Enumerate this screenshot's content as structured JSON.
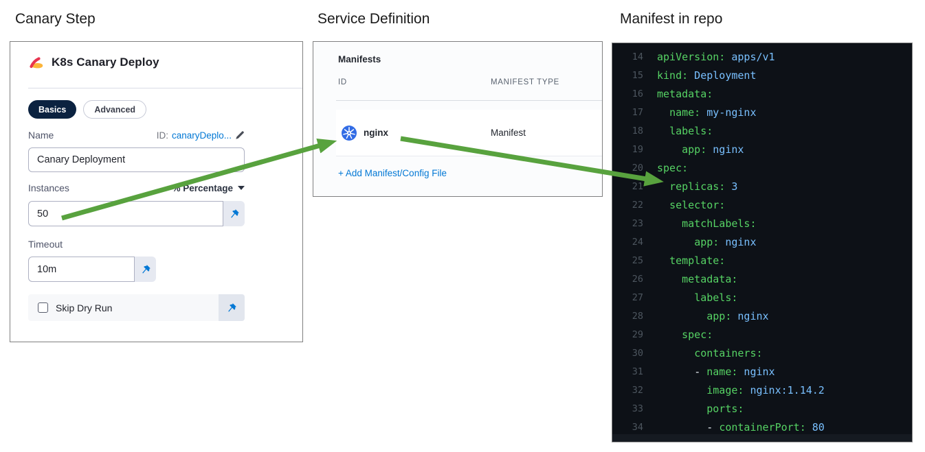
{
  "titles": {
    "canary_step": "Canary Step",
    "service_definition": "Service Definition",
    "manifest_in_repo": "Manifest in repo"
  },
  "canary_step": {
    "card_title": "K8s Canary Deploy",
    "card_icon": "canary-bird-icon",
    "tabs": [
      {
        "label": "Basics",
        "active": true
      },
      {
        "label": "Advanced",
        "active": false
      }
    ],
    "name": {
      "label": "Name",
      "value": "Canary Deployment",
      "id_prefix": "ID:",
      "id_value": "canaryDeplo..."
    },
    "instances": {
      "label": "Instances",
      "unit": "% Percentage",
      "value": "50"
    },
    "timeout": {
      "label": "Timeout",
      "value": "10m"
    },
    "skip_dry_run": {
      "label": "Skip Dry Run",
      "checked": false
    }
  },
  "service_definition": {
    "section_title": "Manifests",
    "columns": [
      "ID",
      "MANIFEST TYPE"
    ],
    "rows": [
      {
        "id": "nginx",
        "type": "Manifest",
        "icon": "kubernetes-icon"
      }
    ],
    "add_link": "+ Add Manifest/Config File"
  },
  "manifest_in_repo": {
    "language": "yaml",
    "code_lines": [
      {
        "num": 14,
        "indent": 0,
        "key": "apiVersion",
        "value": "apps/v1"
      },
      {
        "num": 15,
        "indent": 0,
        "key": "kind",
        "value": "Deployment"
      },
      {
        "num": 16,
        "indent": 0,
        "key": "metadata"
      },
      {
        "num": 17,
        "indent": 2,
        "key": "name",
        "value": "my-nginx"
      },
      {
        "num": 18,
        "indent": 2,
        "key": "labels"
      },
      {
        "num": 19,
        "indent": 4,
        "key": "app",
        "value": "nginx"
      },
      {
        "num": 20,
        "indent": 0,
        "key": "spec"
      },
      {
        "num": 21,
        "indent": 2,
        "key": "replicas",
        "value": "3"
      },
      {
        "num": 22,
        "indent": 2,
        "key": "selector"
      },
      {
        "num": 23,
        "indent": 4,
        "key": "matchLabels"
      },
      {
        "num": 24,
        "indent": 6,
        "key": "app",
        "value": "nginx"
      },
      {
        "num": 25,
        "indent": 2,
        "key": "template"
      },
      {
        "num": 26,
        "indent": 4,
        "key": "metadata"
      },
      {
        "num": 27,
        "indent": 6,
        "key": "labels"
      },
      {
        "num": 28,
        "indent": 8,
        "key": "app",
        "value": "nginx"
      },
      {
        "num": 29,
        "indent": 4,
        "key": "spec"
      },
      {
        "num": 30,
        "indent": 6,
        "key": "containers"
      },
      {
        "num": 31,
        "indent": 6,
        "dash": true,
        "key": "name",
        "value": "nginx"
      },
      {
        "num": 32,
        "indent": 8,
        "key": "image",
        "value": "nginx:1.14.2"
      },
      {
        "num": 33,
        "indent": 8,
        "key": "ports"
      },
      {
        "num": 34,
        "indent": 8,
        "dash": true,
        "key": "containerPort",
        "value": "80"
      }
    ]
  },
  "colors": {
    "arrow_green": "#58a23e",
    "accent_blue": "#0278d5",
    "pill_navy": "#0b2240",
    "k8s_blue": "#326ce5",
    "canary_orange": "#fcb53a",
    "canary_red": "#e8344f",
    "code_bg": "#0d1117",
    "code_key": "#56d364",
    "code_value": "#79c0ff",
    "code_linenum": "#4d565f",
    "code_dash": "#e6edf3"
  }
}
